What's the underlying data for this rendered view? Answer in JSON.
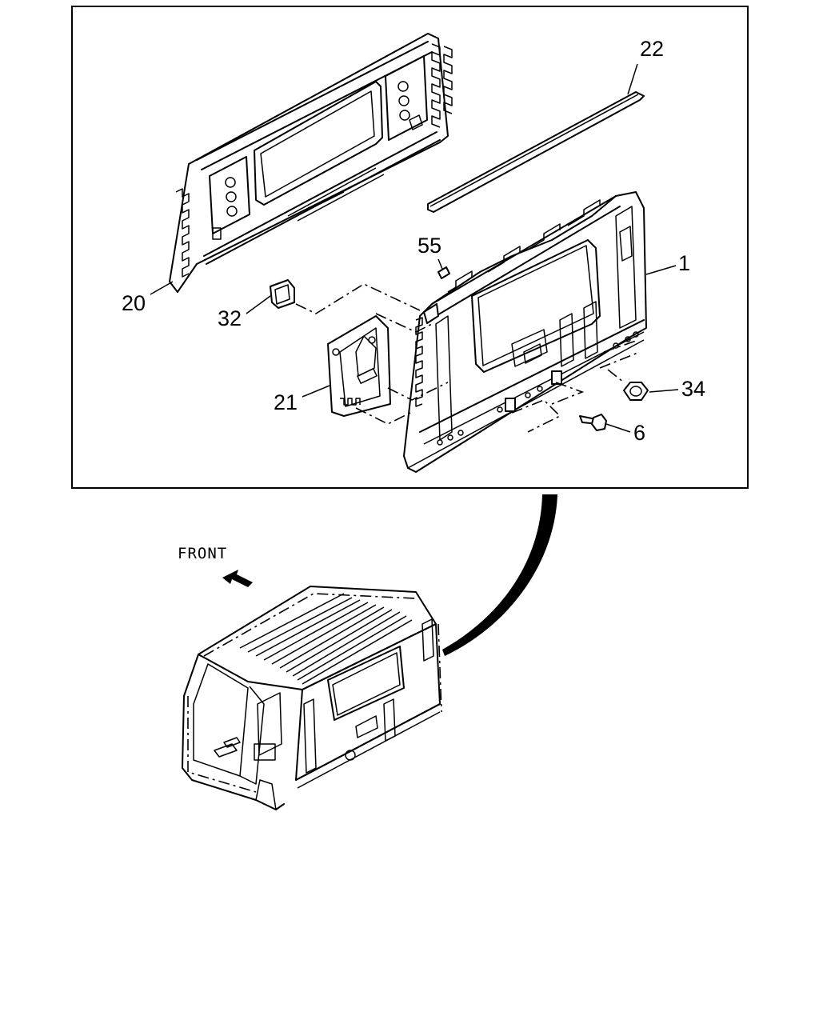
{
  "diagram": {
    "callouts": [
      {
        "id": "c22",
        "label": "22"
      },
      {
        "id": "c55",
        "label": "55"
      },
      {
        "id": "c1",
        "label": "1"
      },
      {
        "id": "c20",
        "label": "20"
      },
      {
        "id": "c32",
        "label": "32"
      },
      {
        "id": "c21",
        "label": "21"
      },
      {
        "id": "c34",
        "label": "34"
      },
      {
        "id": "c6",
        "label": "6"
      }
    ],
    "direction_label": "FRONT"
  },
  "colors": {
    "line": "#000000",
    "background": "#ffffff"
  }
}
